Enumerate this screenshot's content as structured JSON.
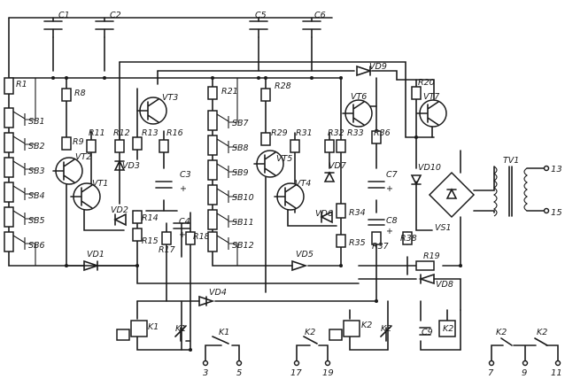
{
  "capacitors": {
    "C1": "C1",
    "C2": "C2",
    "C3": "C3",
    "C4": "C4",
    "C5": "C5",
    "C6": "C6",
    "C7": "C7",
    "C8": "C8",
    "C9": "C9"
  },
  "resistors": {
    "R1": "R1",
    "R8": "R8",
    "R9": "R9",
    "R11": "R11",
    "R12": "R12",
    "R13": "R13",
    "R14": "R14",
    "R15": "R15",
    "R16": "R16",
    "R17": "R17",
    "R18": "R18",
    "R19": "R19",
    "R20": "R20",
    "R21": "R21",
    "R28": "R28",
    "R29": "R29",
    "R31": "R31",
    "R32": "R32",
    "R33": "R33",
    "R34": "R34",
    "R35": "R35",
    "R36": "R36",
    "R37": "R37",
    "R38": "R38"
  },
  "transistors": {
    "VT1": "VT1",
    "VT2": "VT2",
    "VT3": "VT3",
    "VT4": "VT4",
    "VT5": "VT5",
    "VT6": "VT6",
    "VT7": "VT7"
  },
  "diodes": {
    "VD1": "VD1",
    "VD2": "VD2",
    "VD3": "VD3",
    "VD4": "VD4",
    "VD5": "VD5",
    "VD6": "VD6",
    "VD7": "VD7",
    "VD8": "VD8",
    "VD9": "VD9",
    "VD10": "VD10"
  },
  "switches_left": [
    "SB1",
    "SB2",
    "SB3",
    "SB4",
    "SB5",
    "SB6"
  ],
  "switches_right": [
    "SB7",
    "SB8",
    "SB9",
    "SB10",
    "SB11",
    "SB12"
  ],
  "relays": {
    "K1": "K1",
    "K2": "K2"
  },
  "bridge": "VS1",
  "transformer": "TV1",
  "terminals": {
    "t13": "13",
    "t15": "15",
    "t3": "3",
    "t5": "5",
    "t17": "17",
    "t19": "19",
    "t7": "7",
    "t9": "9",
    "t11": "11"
  },
  "polarity": {
    "plus": "+"
  }
}
